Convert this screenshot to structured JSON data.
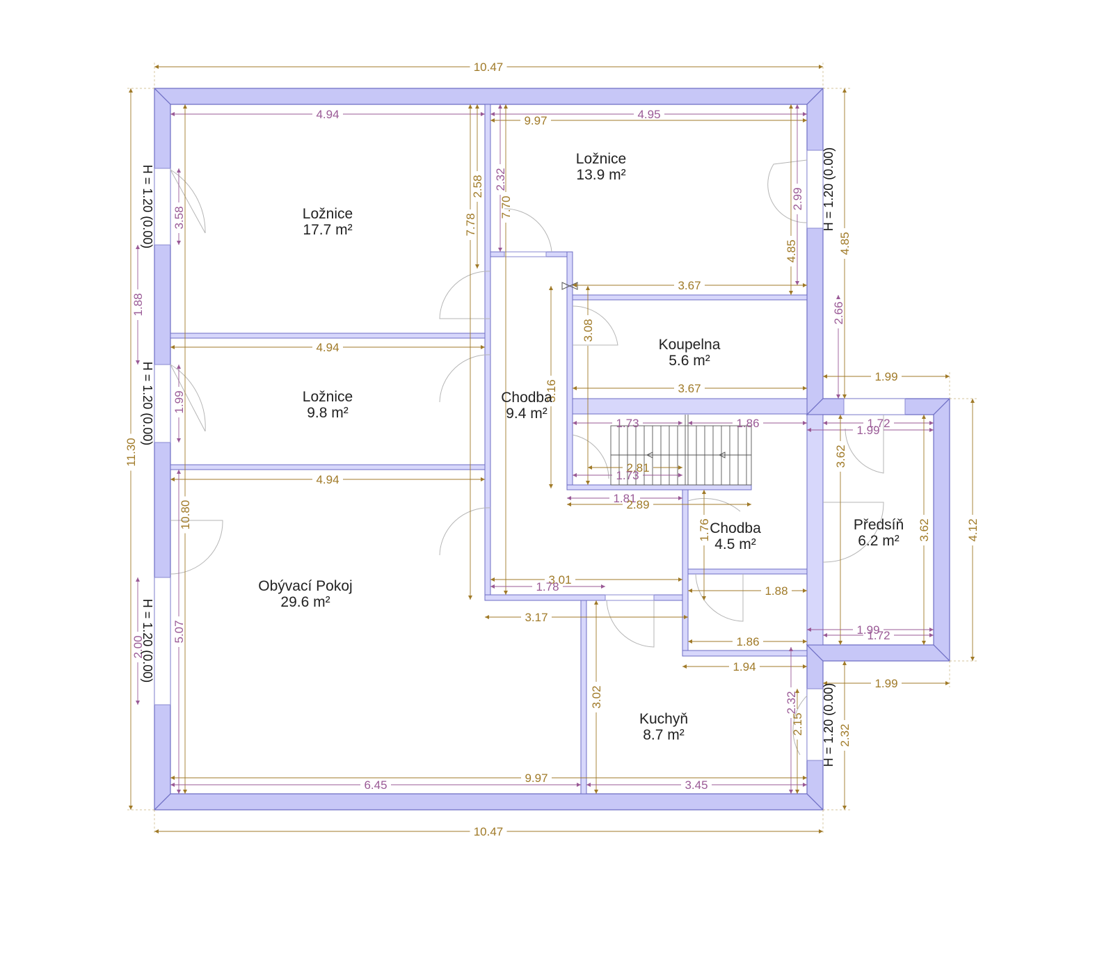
{
  "rooms": [
    {
      "name": "Ložnice",
      "area": "17.7 m²"
    },
    {
      "name": "Ložnice",
      "area": "13.9 m²"
    },
    {
      "name": "Ložnice",
      "area": "9.8 m²"
    },
    {
      "name": "Chodba",
      "area": "9.4 m²"
    },
    {
      "name": "Koupelna",
      "area": "5.6 m²"
    },
    {
      "name": "Chodba",
      "area": "4.5 m²"
    },
    {
      "name": "Předsíň",
      "area": "6.2 m²"
    },
    {
      "name": "Obývací Pokoj",
      "area": "29.6 m²"
    },
    {
      "name": "Kuchyň",
      "area": "8.7 m²"
    }
  ],
  "window_labels": [
    "H = 1.20 (0.00)",
    "H = 1.20 (0.00)",
    "H = 1.20 (0.00)",
    "H = 1.20 (0.00)",
    "H = 1.20 (0.00)"
  ],
  "dimensions": [
    "10.47",
    "10.47",
    "11.30",
    "4.94",
    "9.97",
    "4.95",
    "4.94",
    "4.94",
    "3.58",
    "1.88",
    "1.99",
    "2.00",
    "10.80",
    "5.07",
    "7.78",
    "2.58",
    "2.32",
    "7.70",
    "2.99",
    "4.85",
    "4.85",
    "2.66",
    "3.67",
    "3.08",
    "3.16",
    "3.67",
    "1.73",
    "1.86",
    "2.81",
    "1.73",
    "1.81",
    "2.89",
    "1.76",
    "3.01",
    "1.78",
    "3.17",
    "1.88",
    "1.86",
    "1.94",
    "1.99",
    "1.72",
    "1.99",
    "3.62",
    "3.62",
    "4.12",
    "1.99",
    "1.72",
    "1.99",
    "3.02",
    "2.32",
    "2.15",
    "2.32",
    "6.45",
    "9.97",
    "3.45"
  ],
  "colors": {
    "wall": "#c7c7f7",
    "wall_stroke": "#6e6ec4",
    "dim_outer": "#a07a28",
    "dim_inner": "#9a5a96"
  }
}
